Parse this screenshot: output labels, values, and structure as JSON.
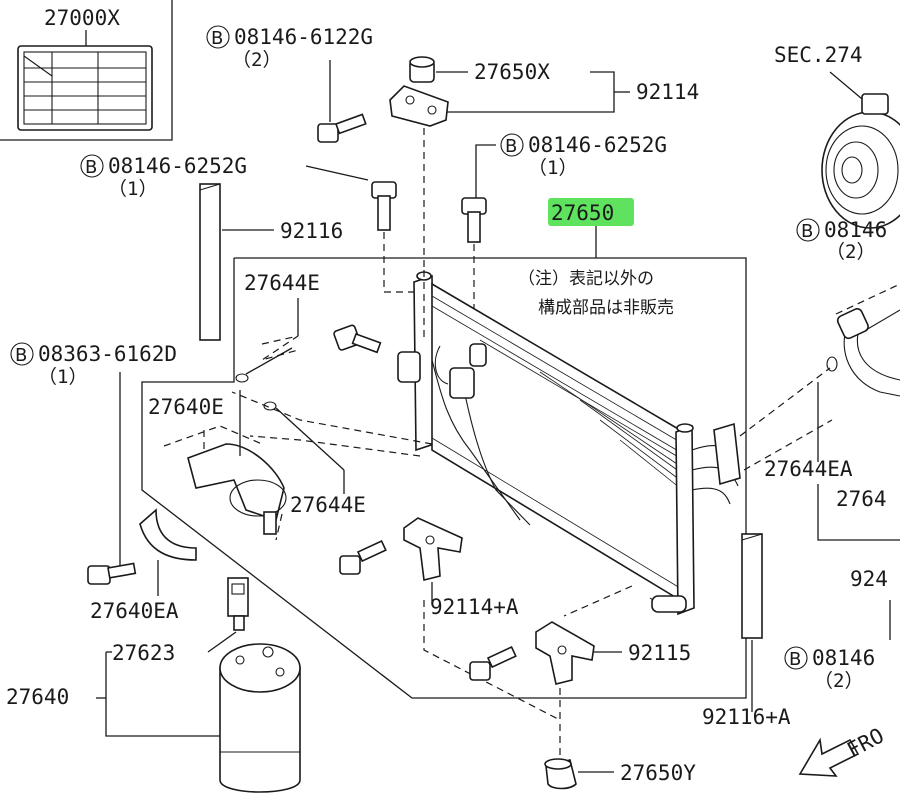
{
  "diagram": {
    "labels": {
      "decal": "27000X",
      "bolt_top": "08146-6122G",
      "bolt_top_qty": "（2）",
      "bush_top": "27650X",
      "bracket_top": "92114",
      "bolt_mid": "08146-6252G",
      "bolt_mid_qty": "（1）",
      "bolt_left": "08146-6252G",
      "bolt_left_qty": "（1）",
      "section": "SEC.274",
      "bolt_right_top": "08146",
      "bolt_right_top_qty": "（2）",
      "condenser": "27650",
      "seal_left": "92116",
      "oring_top": "27644E",
      "bolt_bracket": "08363-6162D",
      "bolt_bracket_qty": "（1）",
      "bracket_band": "27640E",
      "oring_mid": "27644E",
      "oring_right": "27644EA",
      "right_cut_a": "2764",
      "right_cut_b": "924",
      "bracket_mid": "92114+A",
      "band_lower": "27640EA",
      "switch": "27623",
      "receiver": "27640",
      "bracket_lower": "92115",
      "bolt_right_low": "08146",
      "bolt_right_low_qty": "（2）",
      "seal_right": "92116+A",
      "bush_bottom": "27650Y",
      "front": "FRO",
      "bolt_mark": "B"
    },
    "note": {
      "line1": "（注）表記以外の",
      "line2": "構成部品は非販売"
    },
    "highlight_color": "#5fe35f"
  }
}
